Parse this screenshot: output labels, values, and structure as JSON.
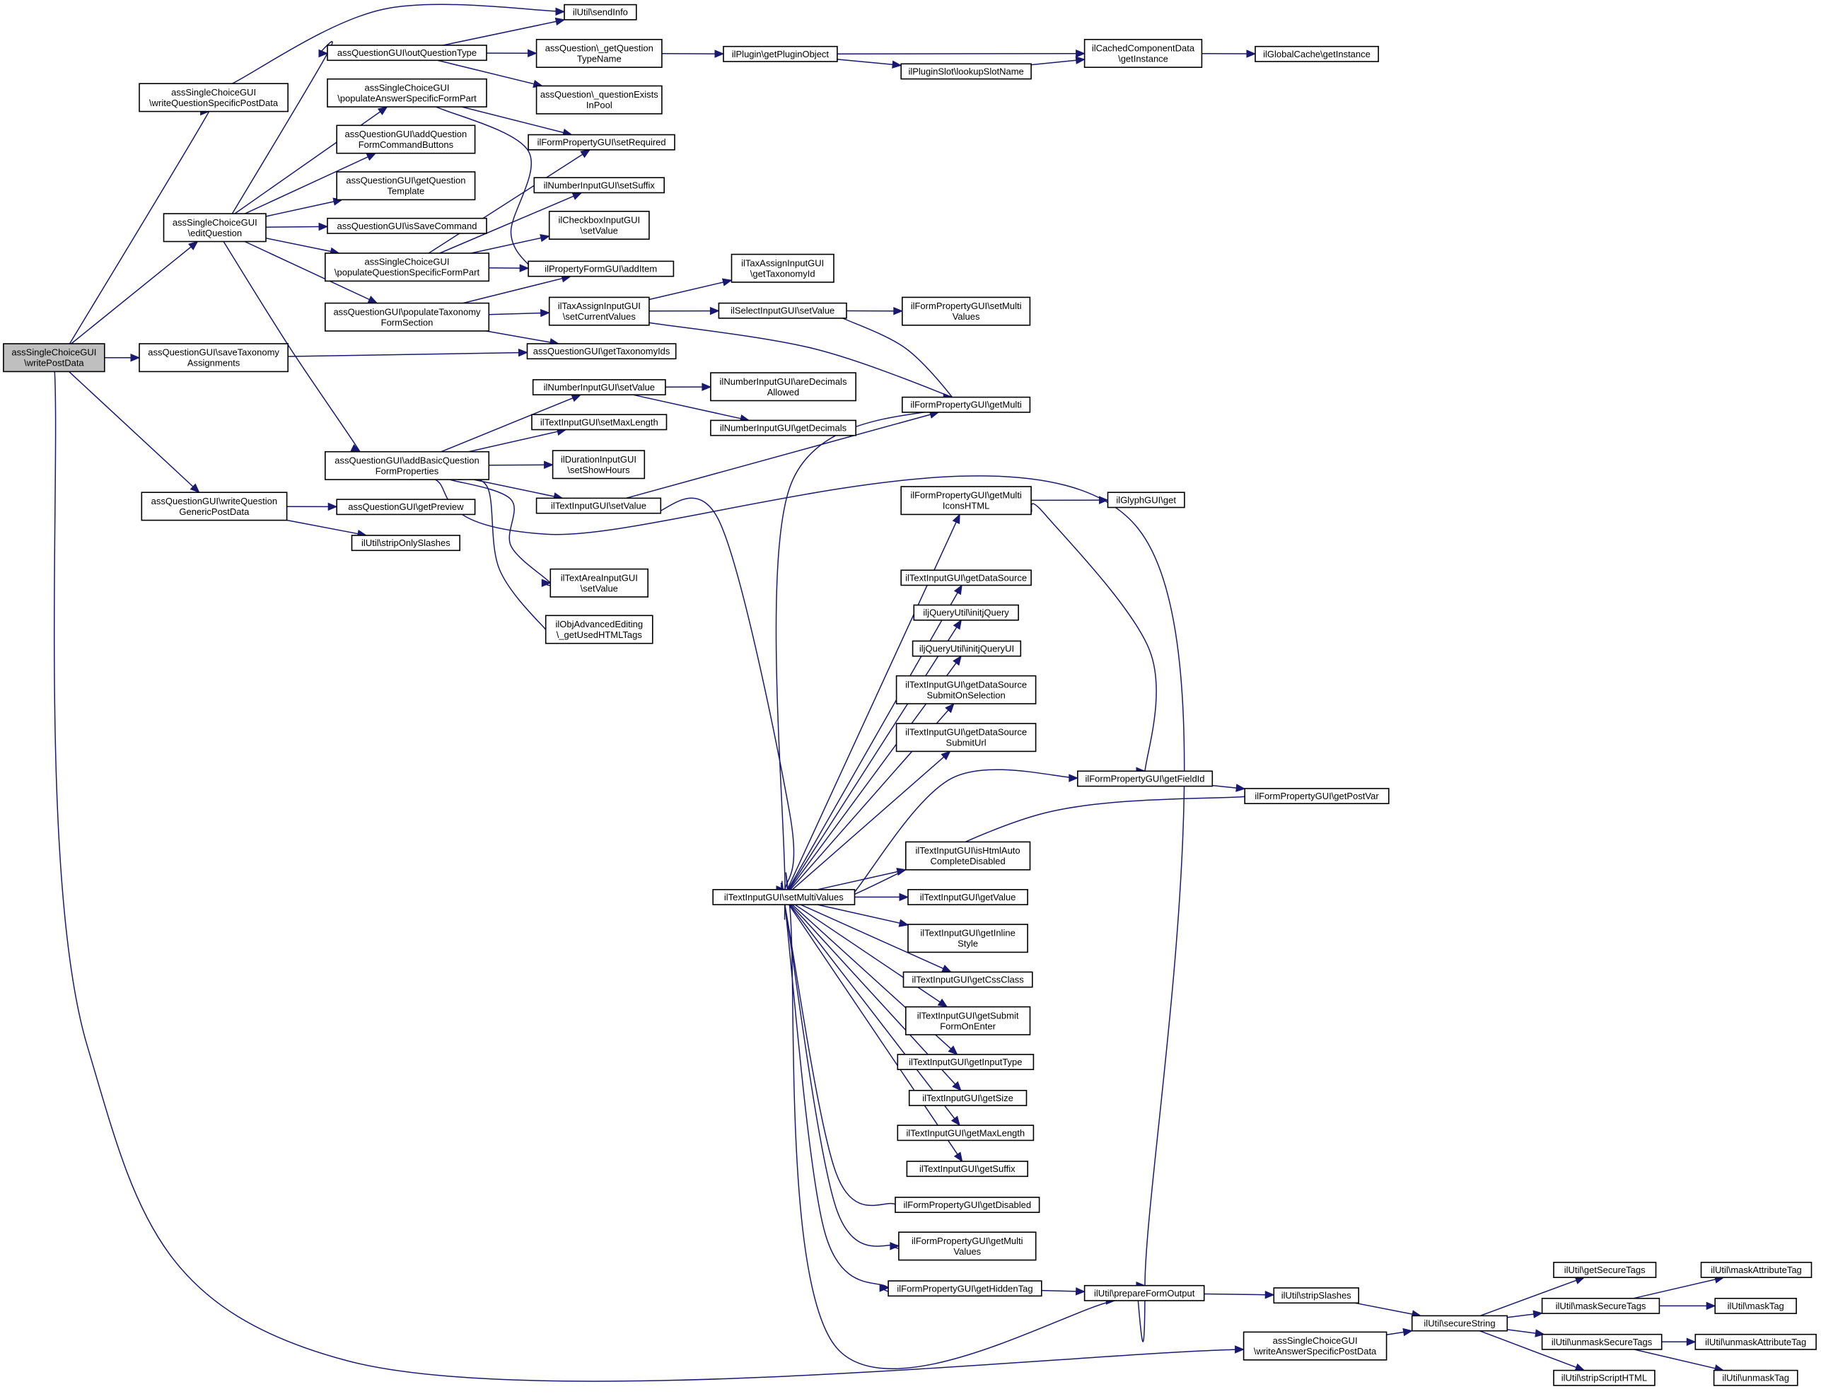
{
  "graph": {
    "root": "n0",
    "colors": {
      "edge": "#191970",
      "node_border": "#000000",
      "node_fill": "#ffffff",
      "root_fill": "#bfbfbf"
    },
    "nodes": [
      {
        "id": "n0",
        "lines": [
          "assSingleChoiceGUI",
          "\\writePostData"
        ]
      },
      {
        "id": "n1",
        "lines": [
          "assSingleChoiceGUI",
          "\\writeQuestionSpecificPostData"
        ]
      },
      {
        "id": "n2",
        "lines": [
          "assSingleChoiceGUI",
          "\\editQuestion"
        ]
      },
      {
        "id": "n3",
        "lines": [
          "assQuestionGUI\\saveTaxonomy",
          "Assignments"
        ]
      },
      {
        "id": "n4",
        "lines": [
          "assQuestionGUI\\writeQuestion",
          "GenericPostData"
        ]
      },
      {
        "id": "n5",
        "lines": [
          "assQuestionGUI\\outQuestionType"
        ]
      },
      {
        "id": "n6",
        "lines": [
          "assSingleChoiceGUI",
          "\\populateAnswerSpecificFormPart"
        ]
      },
      {
        "id": "n7",
        "lines": [
          "assQuestionGUI\\addQuestion",
          "FormCommandButtons"
        ]
      },
      {
        "id": "n8",
        "lines": [
          "assQuestionGUI\\getQuestion",
          "Template"
        ]
      },
      {
        "id": "n9",
        "lines": [
          "assQuestionGUI\\isSaveCommand"
        ]
      },
      {
        "id": "n10",
        "lines": [
          "assSingleChoiceGUI",
          "\\populateQuestionSpecificFormPart"
        ]
      },
      {
        "id": "n11",
        "lines": [
          "assQuestionGUI\\populateTaxonomy",
          "FormSection"
        ]
      },
      {
        "id": "n12",
        "lines": [
          "assQuestionGUI\\addBasicQuestion",
          "FormProperties"
        ]
      },
      {
        "id": "n13",
        "lines": [
          "assQuestionGUI\\getPreview"
        ]
      },
      {
        "id": "n14",
        "lines": [
          "ilUtil\\stripOnlySlashes"
        ]
      },
      {
        "id": "n15",
        "lines": [
          "ilUtil\\sendInfo"
        ]
      },
      {
        "id": "n16",
        "lines": [
          "assQuestion\\_getQuestion",
          "TypeName"
        ]
      },
      {
        "id": "n17",
        "lines": [
          "assQuestion\\_questionExists",
          "InPool"
        ]
      },
      {
        "id": "n18",
        "lines": [
          "ilFormPropertyGUI\\setRequired"
        ]
      },
      {
        "id": "n19",
        "lines": [
          "ilNumberInputGUI\\setSuffix"
        ]
      },
      {
        "id": "n20",
        "lines": [
          "ilCheckboxInputGUI",
          "\\setValue"
        ]
      },
      {
        "id": "n21",
        "lines": [
          "ilPropertyFormGUI\\addItem"
        ]
      },
      {
        "id": "n22",
        "lines": [
          "ilTaxAssignInputGUI",
          "\\setCurrentValues"
        ]
      },
      {
        "id": "n23",
        "lines": [
          "assQuestionGUI\\getTaxonomyIds"
        ]
      },
      {
        "id": "n24",
        "lines": [
          "ilNumberInputGUI\\setValue"
        ]
      },
      {
        "id": "n25",
        "lines": [
          "ilTextInputGUI\\setMaxLength"
        ]
      },
      {
        "id": "n26",
        "lines": [
          "ilDurationInputGUI",
          "\\setShowHours"
        ]
      },
      {
        "id": "n27",
        "lines": [
          "ilTextInputGUI\\setValue"
        ]
      },
      {
        "id": "n28",
        "lines": [
          "ilTextAreaInputGUI",
          "\\setValue"
        ]
      },
      {
        "id": "n29",
        "lines": [
          "ilObjAdvancedEditing",
          "\\_getUsedHTMLTags"
        ]
      },
      {
        "id": "n30",
        "lines": [
          "ilPlugin\\getPluginObject"
        ]
      },
      {
        "id": "n31",
        "lines": [
          "ilPluginSlot\\lookupSlotName"
        ]
      },
      {
        "id": "n32",
        "lines": [
          "ilCachedComponentData",
          "\\getInstance"
        ]
      },
      {
        "id": "n33",
        "lines": [
          "ilGlobalCache\\getInstance"
        ]
      },
      {
        "id": "n34",
        "lines": [
          "ilTaxAssignInputGUI",
          "\\getTaxonomyId"
        ]
      },
      {
        "id": "n35",
        "lines": [
          "ilSelectInputGUI\\setValue"
        ]
      },
      {
        "id": "n36",
        "lines": [
          "ilFormPropertyGUI\\setMulti",
          "Values"
        ]
      },
      {
        "id": "n37",
        "lines": [
          "ilFormPropertyGUI\\getMulti"
        ]
      },
      {
        "id": "n38",
        "lines": [
          "ilNumberInputGUI\\areDecimals",
          "Allowed"
        ]
      },
      {
        "id": "n39",
        "lines": [
          "ilNumberInputGUI\\getDecimals"
        ]
      },
      {
        "id": "n40",
        "lines": [
          "ilTextInputGUI\\setMultiValues"
        ]
      },
      {
        "id": "n41",
        "lines": [
          "ilFormPropertyGUI\\getMulti",
          "IconsHTML"
        ]
      },
      {
        "id": "n42",
        "lines": [
          "ilGlyphGUI\\get"
        ]
      },
      {
        "id": "n43",
        "lines": [
          "ilTextInputGUI\\getDataSource"
        ]
      },
      {
        "id": "n44",
        "lines": [
          "iljQueryUtil\\initjQuery"
        ]
      },
      {
        "id": "n45",
        "lines": [
          "iljQueryUtil\\initjQueryUI"
        ]
      },
      {
        "id": "n46",
        "lines": [
          "ilTextInputGUI\\getDataSource",
          "SubmitOnSelection"
        ]
      },
      {
        "id": "n47",
        "lines": [
          "ilTextInputGUI\\getDataSource",
          "SubmitUrl"
        ]
      },
      {
        "id": "n48",
        "lines": [
          "ilFormPropertyGUI\\getFieldId"
        ]
      },
      {
        "id": "n49",
        "lines": [
          "ilFormPropertyGUI\\getPostVar"
        ]
      },
      {
        "id": "n50",
        "lines": [
          "ilTextInputGUI\\isHtmlAuto",
          "CompleteDisabled"
        ]
      },
      {
        "id": "n51",
        "lines": [
          "ilTextInputGUI\\getValue"
        ]
      },
      {
        "id": "n52",
        "lines": [
          "ilTextInputGUI\\getInline",
          "Style"
        ]
      },
      {
        "id": "n53",
        "lines": [
          "ilTextInputGUI\\getCssClass"
        ]
      },
      {
        "id": "n54",
        "lines": [
          "ilTextInputGUI\\getSubmit",
          "FormOnEnter"
        ]
      },
      {
        "id": "n55",
        "lines": [
          "ilTextInputGUI\\getInputType"
        ]
      },
      {
        "id": "n56",
        "lines": [
          "ilTextInputGUI\\getSize"
        ]
      },
      {
        "id": "n57",
        "lines": [
          "ilTextInputGUI\\getMaxLength"
        ]
      },
      {
        "id": "n58",
        "lines": [
          "ilTextInputGUI\\getSuffix"
        ]
      },
      {
        "id": "n59",
        "lines": [
          "ilFormPropertyGUI\\getDisabled"
        ]
      },
      {
        "id": "n60",
        "lines": [
          "ilFormPropertyGUI\\getMulti",
          "Values"
        ]
      },
      {
        "id": "n61",
        "lines": [
          "ilFormPropertyGUI\\getHiddenTag"
        ]
      },
      {
        "id": "n62",
        "lines": [
          "ilUtil\\prepareFormOutput"
        ]
      },
      {
        "id": "n63",
        "lines": [
          "ilUtil\\stripSlashes"
        ]
      },
      {
        "id": "n64",
        "lines": [
          "assSingleChoiceGUI",
          "\\writeAnswerSpecificPostData"
        ]
      },
      {
        "id": "n65",
        "lines": [
          "ilUtil\\secureString"
        ]
      },
      {
        "id": "n66",
        "lines": [
          "ilUtil\\getSecureTags"
        ]
      },
      {
        "id": "n67",
        "lines": [
          "ilUtil\\maskSecureTags"
        ]
      },
      {
        "id": "n68",
        "lines": [
          "ilUtil\\unmaskSecureTags"
        ]
      },
      {
        "id": "n69",
        "lines": [
          "ilUtil\\stripScriptHTML"
        ]
      },
      {
        "id": "n70",
        "lines": [
          "ilUtil\\maskAttributeTag"
        ]
      },
      {
        "id": "n71",
        "lines": [
          "ilUtil\\maskTag"
        ]
      },
      {
        "id": "n72",
        "lines": [
          "ilUtil\\unmaskAttributeTag"
        ]
      },
      {
        "id": "n73",
        "lines": [
          "ilUtil\\unmaskTag"
        ]
      }
    ],
    "edges": [
      [
        "n0",
        "n1"
      ],
      [
        "n0",
        "n2"
      ],
      [
        "n0",
        "n3"
      ],
      [
        "n0",
        "n4"
      ],
      [
        "n0",
        "n64"
      ],
      [
        "n1",
        "n15"
      ],
      [
        "n2",
        "n5"
      ],
      [
        "n2",
        "n6"
      ],
      [
        "n2",
        "n7"
      ],
      [
        "n2",
        "n8"
      ],
      [
        "n2",
        "n9"
      ],
      [
        "n2",
        "n10"
      ],
      [
        "n2",
        "n11"
      ],
      [
        "n2",
        "n12"
      ],
      [
        "n3",
        "n23"
      ],
      [
        "n4",
        "n13"
      ],
      [
        "n4",
        "n14"
      ],
      [
        "n5",
        "n15"
      ],
      [
        "n5",
        "n16"
      ],
      [
        "n5",
        "n17"
      ],
      [
        "n6",
        "n18"
      ],
      [
        "n6",
        "n21"
      ],
      [
        "n10",
        "n18"
      ],
      [
        "n10",
        "n19"
      ],
      [
        "n10",
        "n20"
      ],
      [
        "n10",
        "n21"
      ],
      [
        "n11",
        "n21"
      ],
      [
        "n11",
        "n22"
      ],
      [
        "n11",
        "n23"
      ],
      [
        "n12",
        "n24"
      ],
      [
        "n12",
        "n25"
      ],
      [
        "n12",
        "n26"
      ],
      [
        "n12",
        "n27"
      ],
      [
        "n12",
        "n28"
      ],
      [
        "n12",
        "n29"
      ],
      [
        "n12",
        "n62"
      ],
      [
        "n16",
        "n30"
      ],
      [
        "n30",
        "n31"
      ],
      [
        "n30",
        "n32"
      ],
      [
        "n31",
        "n32"
      ],
      [
        "n32",
        "n33"
      ],
      [
        "n22",
        "n34"
      ],
      [
        "n22",
        "n35"
      ],
      [
        "n22",
        "n37"
      ],
      [
        "n35",
        "n36"
      ],
      [
        "n35",
        "n37"
      ],
      [
        "n24",
        "n38"
      ],
      [
        "n24",
        "n39"
      ],
      [
        "n27",
        "n37"
      ],
      [
        "n27",
        "n40"
      ],
      [
        "n40",
        "n37"
      ],
      [
        "n40",
        "n41"
      ],
      [
        "n40",
        "n43"
      ],
      [
        "n40",
        "n44"
      ],
      [
        "n40",
        "n45"
      ],
      [
        "n40",
        "n46"
      ],
      [
        "n40",
        "n47"
      ],
      [
        "n40",
        "n48"
      ],
      [
        "n40",
        "n49"
      ],
      [
        "n40",
        "n50"
      ],
      [
        "n40",
        "n51"
      ],
      [
        "n40",
        "n52"
      ],
      [
        "n40",
        "n53"
      ],
      [
        "n40",
        "n54"
      ],
      [
        "n40",
        "n55"
      ],
      [
        "n40",
        "n56"
      ],
      [
        "n40",
        "n57"
      ],
      [
        "n40",
        "n58"
      ],
      [
        "n40",
        "n59"
      ],
      [
        "n40",
        "n60"
      ],
      [
        "n40",
        "n61"
      ],
      [
        "n40",
        "n62"
      ],
      [
        "n41",
        "n42"
      ],
      [
        "n41",
        "n48"
      ],
      [
        "n48",
        "n49"
      ],
      [
        "n61",
        "n62"
      ],
      [
        "n62",
        "n63"
      ],
      [
        "n63",
        "n65"
      ],
      [
        "n64",
        "n65"
      ],
      [
        "n65",
        "n66"
      ],
      [
        "n65",
        "n67"
      ],
      [
        "n65",
        "n68"
      ],
      [
        "n65",
        "n69"
      ],
      [
        "n67",
        "n70"
      ],
      [
        "n67",
        "n71"
      ],
      [
        "n68",
        "n72"
      ],
      [
        "n68",
        "n73"
      ]
    ]
  }
}
